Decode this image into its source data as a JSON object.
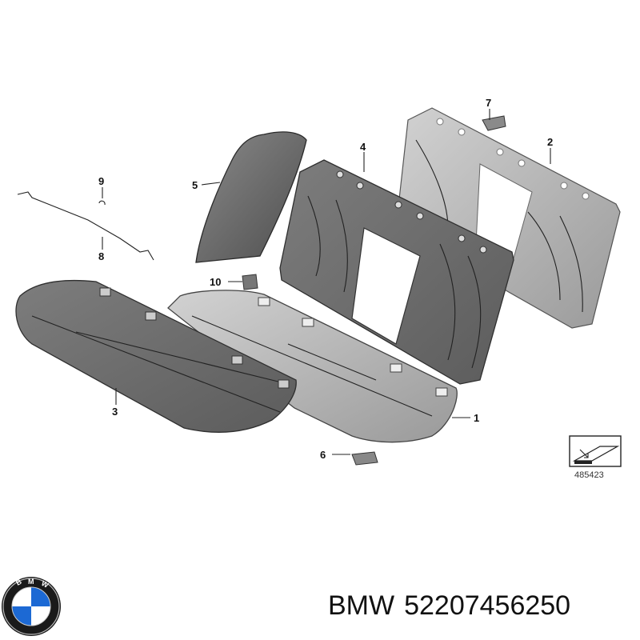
{
  "callouts": {
    "c1": "1",
    "c2": "2",
    "c3": "3",
    "c4": "4",
    "c5": "5",
    "c6": "6",
    "c7": "7",
    "c8": "8",
    "c9": "9",
    "c10": "10"
  },
  "diagram_ref": "485423",
  "footer": {
    "brand": "BMW",
    "part_number": "52207456250"
  },
  "logo": {
    "icon": "bmw-roundel-icon",
    "letters": "BMW"
  },
  "colors": {
    "leather_dark": "#6b6b6b",
    "leather_light": "#bcbcbc",
    "blue": "#1c69d4"
  }
}
